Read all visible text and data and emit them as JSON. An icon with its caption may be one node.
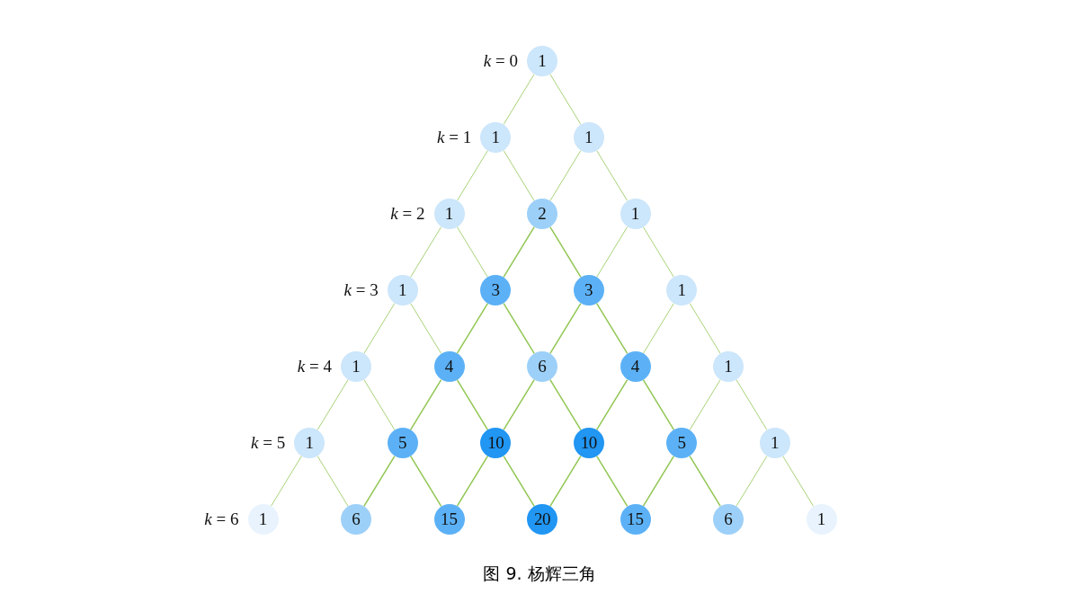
{
  "diagram": {
    "caption": "图 9. 杨辉三角",
    "nodes": [
      {
        "text": [
          "1"
        ]
      },
      {
        "text": [
          "1"
        ]
      },
      {
        "text": [
          "1"
        ]
      },
      {
        "text": [
          "1"
        ]
      },
      {
        "text": [
          "2"
        ]
      },
      {
        "text": [
          "1"
        ]
      },
      {
        "text": [
          "1"
        ]
      },
      {
        "text": [
          "3"
        ]
      },
      {
        "text": [
          "3"
        ]
      },
      {
        "text": [
          "1"
        ]
      },
      {
        "text": [
          "1"
        ]
      },
      {
        "text": [
          "4"
        ]
      },
      {
        "text": [
          "6"
        ]
      },
      {
        "text": [
          "4"
        ]
      },
      {
        "text": [
          "1"
        ]
      },
      {
        "text": [
          "1"
        ]
      },
      {
        "text": [
          "5"
        ]
      },
      {
        "text": [
          "10"
        ]
      },
      {
        "text": [
          "10"
        ]
      },
      {
        "text": [
          "5"
        ]
      },
      {
        "text": [
          "1"
        ]
      },
      {
        "text": [
          "1"
        ]
      },
      {
        "text": [
          "6"
        ]
      },
      {
        "text": [
          "15"
        ]
      },
      {
        "text": [
          "20"
        ]
      },
      {
        "text": [
          "15"
        ]
      },
      {
        "text": [
          "6"
        ]
      },
      {
        "text": [
          "1"
        ]
      }
    ],
    "edges": [
      {
        "from": 0,
        "to": 1,
        "arrow": "none"
      },
      {
        "from": 0,
        "to": 2,
        "arrow": "none"
      },
      {
        "from": 1,
        "to": 3,
        "arrow": "none"
      },
      {
        "from": 1,
        "to": 4,
        "arrow": "none"
      },
      {
        "from": 2,
        "to": 4,
        "arrow": "none"
      },
      {
        "from": 2,
        "to": 5,
        "arrow": "none"
      },
      {
        "from": 3,
        "to": 6,
        "arrow": "none"
      },
      {
        "from": 3,
        "to": 7,
        "arrow": "none"
      },
      {
        "from": 4,
        "to": 7,
        "arrow": "none"
      },
      {
        "from": 4,
        "to": 8,
        "arrow": "none"
      },
      {
        "from": 5,
        "to": 8,
        "arrow": "none"
      },
      {
        "from": 5,
        "to": 9,
        "arrow": "none"
      },
      {
        "from": 6,
        "to": 10,
        "arrow": "none"
      },
      {
        "from": 6,
        "to": 11,
        "arrow": "none"
      },
      {
        "from": 7,
        "to": 11,
        "arrow": "none"
      },
      {
        "from": 7,
        "to": 12,
        "arrow": "none"
      },
      {
        "from": 8,
        "to": 12,
        "arrow": "none"
      },
      {
        "from": 8,
        "to": 13,
        "arrow": "none"
      },
      {
        "from": 9,
        "to": 13,
        "arrow": "none"
      },
      {
        "from": 9,
        "to": 14,
        "arrow": "none"
      },
      {
        "from": 10,
        "to": 15,
        "arrow": "none"
      },
      {
        "from": 10,
        "to": 16,
        "arrow": "none"
      },
      {
        "from": 11,
        "to": 16,
        "arrow": "none"
      },
      {
        "from": 11,
        "to": 17,
        "arrow": "none"
      },
      {
        "from": 12,
        "to": 17,
        "arrow": "none"
      },
      {
        "from": 12,
        "to": 18,
        "arrow": "none"
      },
      {
        "from": 13,
        "to": 18,
        "arrow": "none"
      },
      {
        "from": 13,
        "to": 19,
        "arrow": "none"
      },
      {
        "from": 14,
        "to": 19,
        "arrow": "none"
      },
      {
        "from": 14,
        "to": 20,
        "arrow": "none"
      },
      {
        "from": 15,
        "to": 21,
        "arrow": "none"
      },
      {
        "from": 15,
        "to": 22,
        "arrow": "none"
      },
      {
        "from": 16,
        "to": 22,
        "arrow": "none"
      },
      {
        "from": 16,
        "to": 23,
        "arrow": "none"
      },
      {
        "from": 17,
        "to": 23,
        "arrow": "none"
      },
      {
        "from": 17,
        "to": 24,
        "arrow": "none"
      },
      {
        "from": 18,
        "to": 24,
        "arrow": "none"
      },
      {
        "from": 18,
        "to": 25,
        "arrow": "none"
      },
      {
        "from": 19,
        "to": 25,
        "arrow": "none"
      },
      {
        "from": 19,
        "to": 26,
        "arrow": "none"
      },
      {
        "from": 20,
        "to": 26,
        "arrow": "none"
      },
      {
        "from": 20,
        "to": 27,
        "arrow": "none"
      }
    ],
    "labels": [
      "*k* = 0",
      "*k* = 1",
      "*k* = 2",
      "*k* = 3",
      "*k* = 4",
      "*k* = 5",
      "*k* = 6"
    ]
  }
}
